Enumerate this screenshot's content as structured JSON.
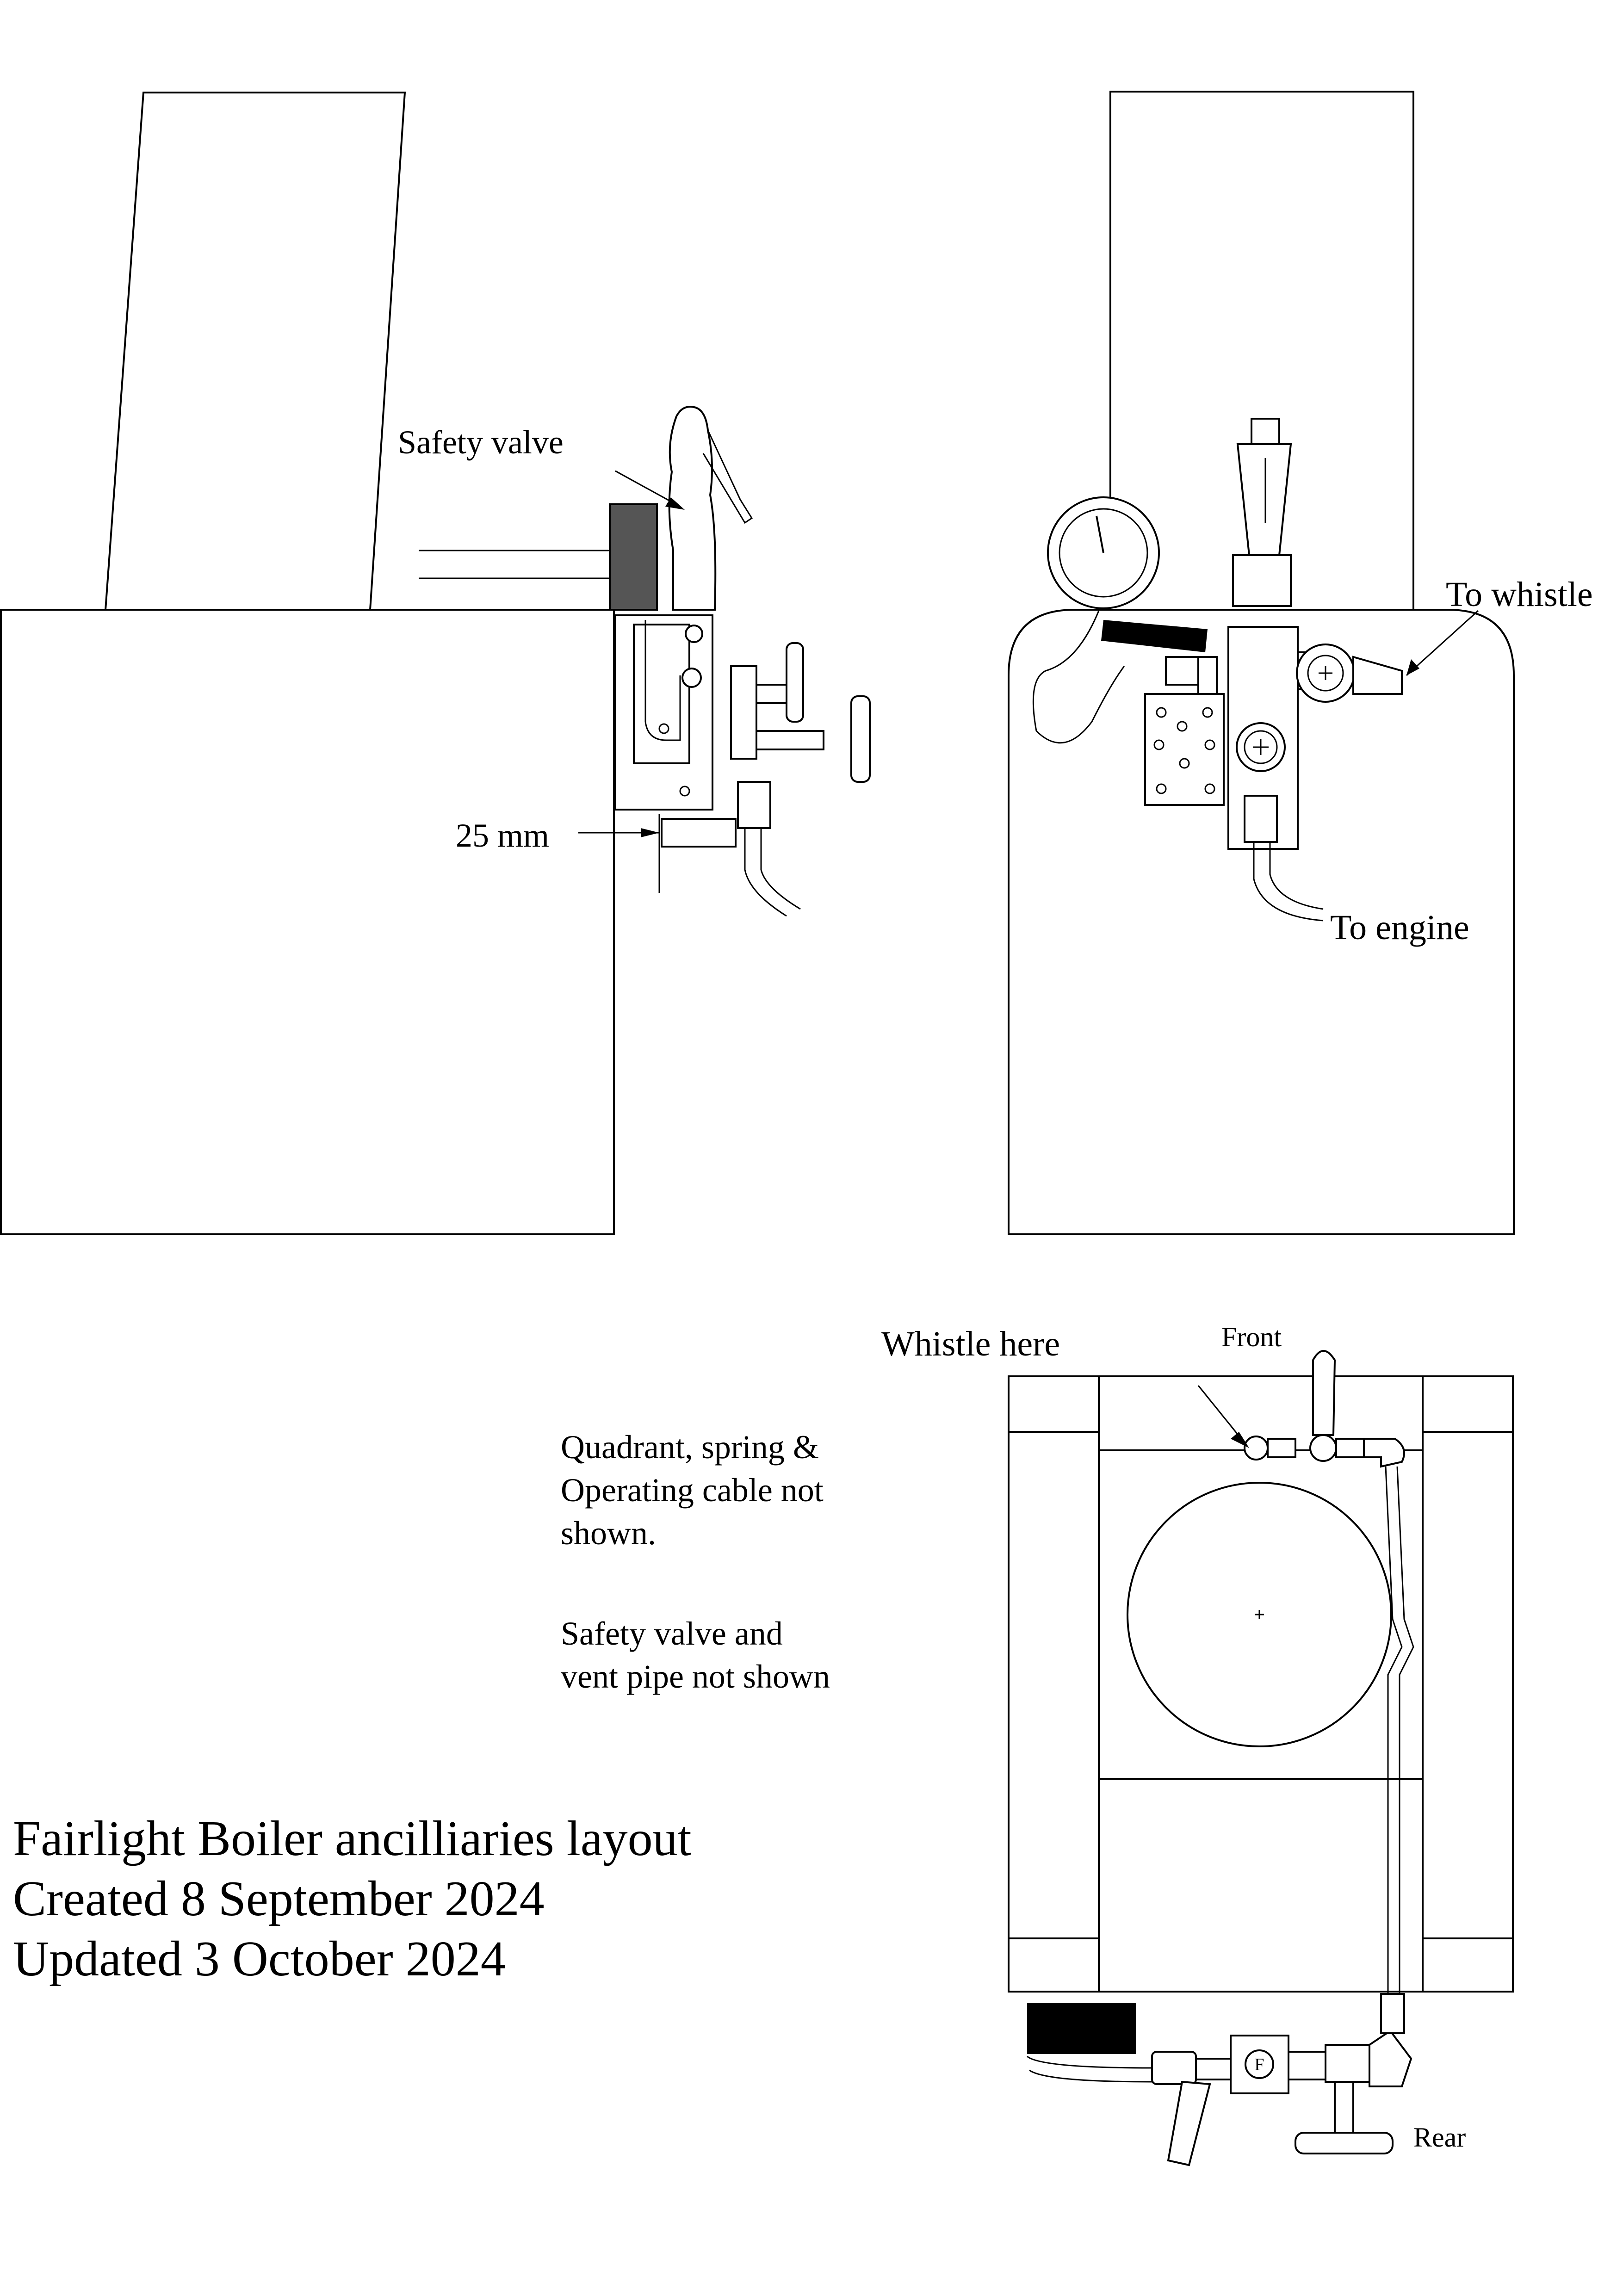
{
  "labels": {
    "safety_valve": "Safety valve",
    "to_whistle": "To whistle",
    "to_engine": "To engine",
    "dimension_25mm": "25 mm",
    "whistle_here": "Whistle here",
    "front": "Front",
    "rear": "Rear"
  },
  "notes": {
    "line1": "Quadrant, spring &",
    "line2": "Operating cable not",
    "line3": "shown.",
    "line4": "Safety valve and",
    "line5": "vent pipe not shown"
  },
  "title_block": {
    "title": "Fairlight Boiler ancilliaries layout",
    "created": "Created 8 September 2024",
    "updated": "Updated 3 October 2024"
  },
  "colors": {
    "line": "#000000",
    "fill_dark": "#555555",
    "fill_black": "#000000",
    "background": "#ffffff"
  }
}
